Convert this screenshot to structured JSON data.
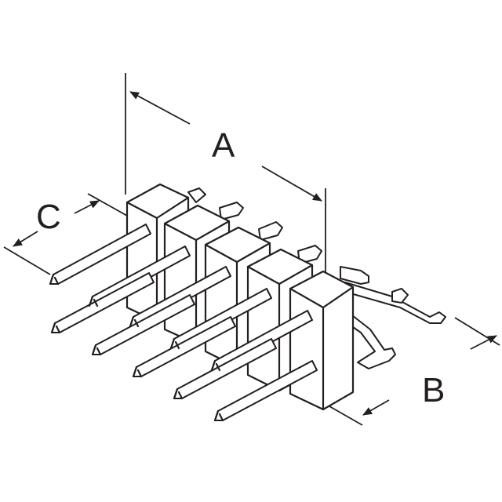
{
  "diagram": {
    "dimensions": [
      {
        "label": "A"
      },
      {
        "label": "B"
      },
      {
        "label": "C"
      }
    ],
    "line_color": "#231f20",
    "background": "#ffffff"
  }
}
